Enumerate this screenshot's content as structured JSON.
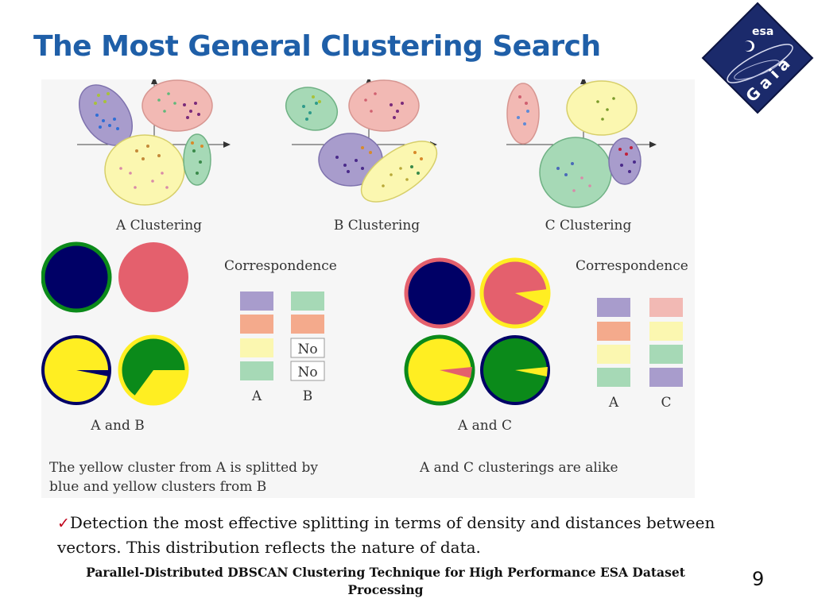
{
  "slide": {
    "title": "The Most General Clustering Search",
    "logo": {
      "agency": "esa",
      "mission": "Gaia",
      "icon": "esa-gaia-logo"
    },
    "figure": {
      "clustering_labels": [
        "A Clustering",
        "B Clustering",
        "C Clustering"
      ],
      "correspondence_title": "Correspondence",
      "no_label": "No",
      "left_panel": {
        "caption": "A and B",
        "col_a": "A",
        "col_b": "B",
        "description_line1": "The yellow cluster from A is splitted by",
        "description_line2": "blue and yellow clusters from B"
      },
      "right_panel": {
        "caption": "A and C",
        "col_a": "A",
        "col_c": "C",
        "description": "A and C clusterings are alike"
      },
      "colors": {
        "purple": "#a89ccc",
        "salmon": "#f4aa8c",
        "yellow": "#fbf7b0",
        "green": "#a6d9b6",
        "pink": "#f2b9b4",
        "navy": "#000066",
        "red": "#e4606d",
        "bright_yellow": "#ffee22",
        "dark_green": "#0b8a1a"
      }
    },
    "bullet": {
      "check": "✓",
      "text": "Detection the most effective splitting in terms of density and distances between vectors.  This distribution reflects the nature of data."
    },
    "footer_line1": "Parallel-Distributed DBSCAN Clustering Technique for High Performance ESA Dataset",
    "footer_line2": "Processing",
    "page_number": "9"
  }
}
